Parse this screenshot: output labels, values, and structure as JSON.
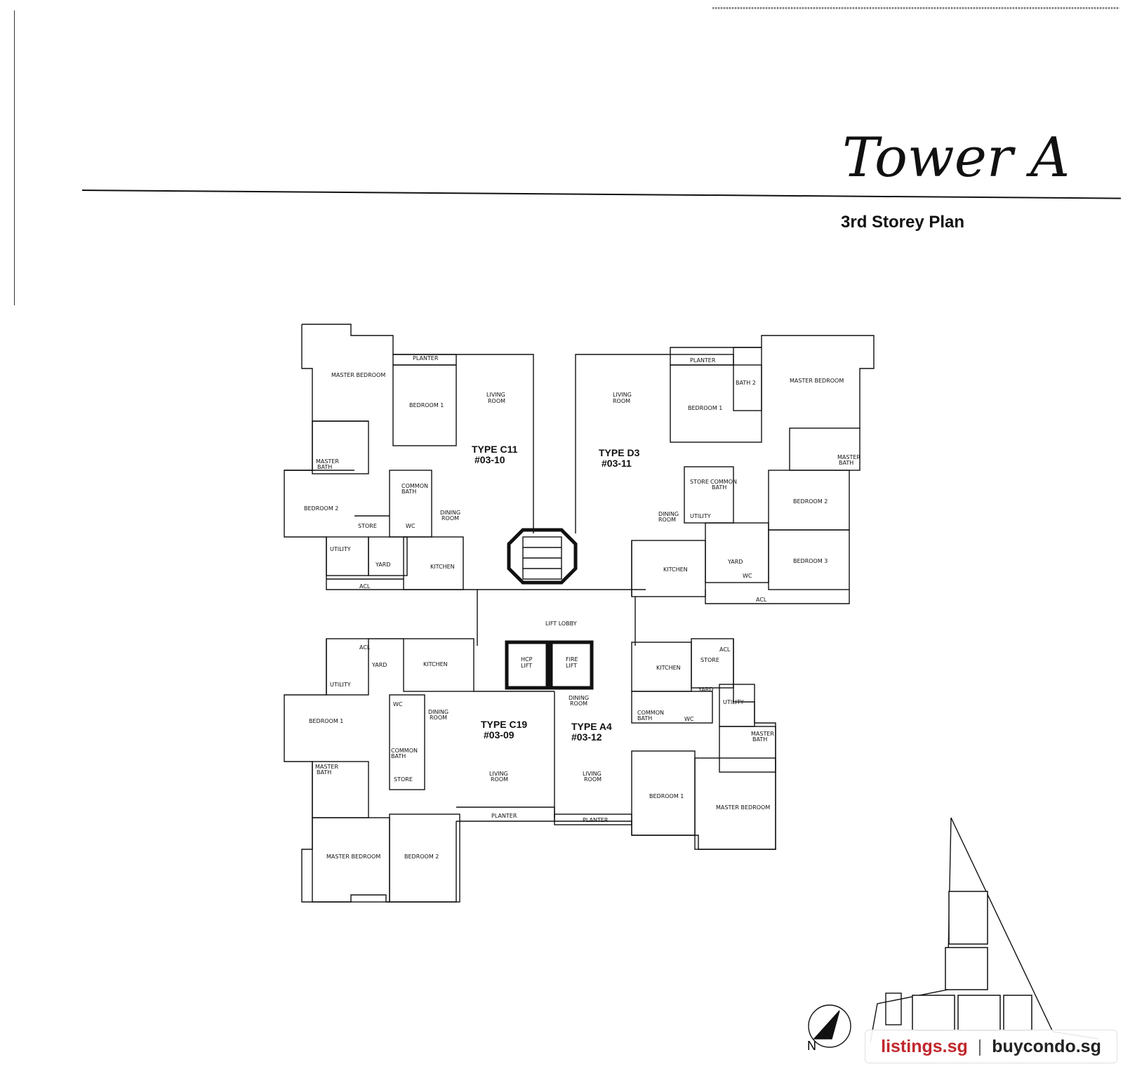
{
  "header": {
    "title": "Tower A",
    "subtitle": "3rd Storey Plan"
  },
  "units": [
    {
      "type": "TYPE C11",
      "number": "#03-10"
    },
    {
      "type": "TYPE D3",
      "number": "#03-11"
    },
    {
      "type": "TYPE C19",
      "number": "#03-09"
    },
    {
      "type": "TYPE A4",
      "number": "#03-12"
    }
  ],
  "rooms": {
    "master_bedroom": "MASTER BEDROOM",
    "bedroom_1": "BEDROOM 1",
    "bedroom_2": "BEDROOM 2",
    "bedroom_3": "BEDROOM 3",
    "living_room_1": "LIVING",
    "living_room_2": "ROOM",
    "dining_room_1": "DINING",
    "dining_room_2": "ROOM",
    "master_bath_1": "MASTER",
    "master_bath_2": "BATH",
    "common_bath_1": "COMMON",
    "common_bath_2": "BATH",
    "bath_2": "BATH 2",
    "store": "STORE",
    "wc": "WC",
    "utility": "UTILITY",
    "yard": "YARD",
    "acl": "ACL",
    "kitchen": "KITCHEN",
    "planter": "PLANTER",
    "lift_lobby": "LIFT LOBBY",
    "hcp_lift_1": "HCP",
    "hcp_lift_2": "LIFT",
    "fire_lift_1": "FIRE",
    "fire_lift_2": "LIFT"
  },
  "compass": {
    "north_label": "N"
  },
  "watermark": {
    "left": "listings.sg",
    "separator": "|",
    "right": "buycondo.sg",
    "left_color": "#c1272d"
  }
}
